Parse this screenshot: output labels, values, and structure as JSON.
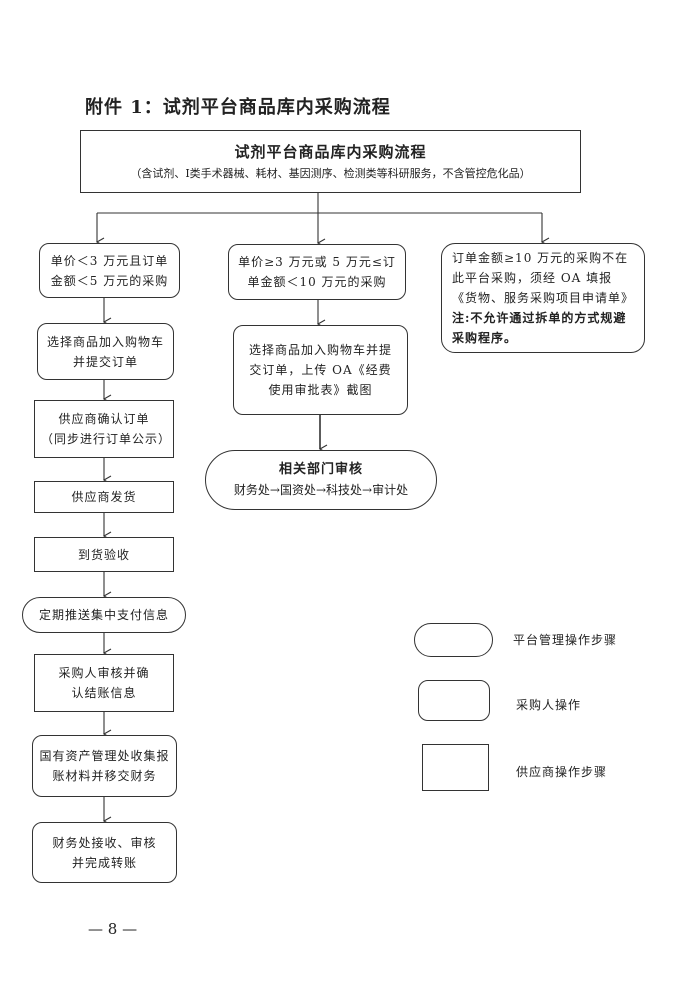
{
  "heading": "附件 1：试剂平台商品库内采购流程",
  "top_box": {
    "title": "试剂平台商品库内采购流程",
    "subtitle": "（含试剂、Ⅰ类手术器械、耗材、基因测序、检测类等科研服务，不含管控危化品）"
  },
  "left_branch": [
    "单价＜3 万元且订单金额＜5 万元的采购",
    "选择商品加入购物车并提交订单",
    "供应商确认订单",
    "（同步进行订单公示）",
    "供应商发货",
    "到货验收",
    "定期推送集中支付信息",
    "采购人审核并确认结账信息",
    "国有资产管理处收集报账材料并移交财务",
    "财务处接收、审核并完成转账"
  ],
  "middle_branch": {
    "condition": "单价≥3 万元或 5 万元≤订单金额＜10 万元的采购",
    "step": "选择商品加入购物车并提交订单，上传 OA《经费使用审批表》截图",
    "review_title": "相关部门审核",
    "review_chain": "财务处→国资处→科技处→审计处"
  },
  "right_branch": {
    "text": "订单金额≥10 万元的采购不在此平台采购，须经 OA 填报《货物、服务采购项目申请单》",
    "note": "注:不允许通过拆单的方式规避采购程序。"
  },
  "legend": [
    {
      "shape": "stadium",
      "label": "平台管理操作步骤"
    },
    {
      "shape": "rounded",
      "label": "采购人操作"
    },
    {
      "shape": "rectangle",
      "label": "供应商操作步骤"
    }
  ],
  "page_number": "— 8 —"
}
